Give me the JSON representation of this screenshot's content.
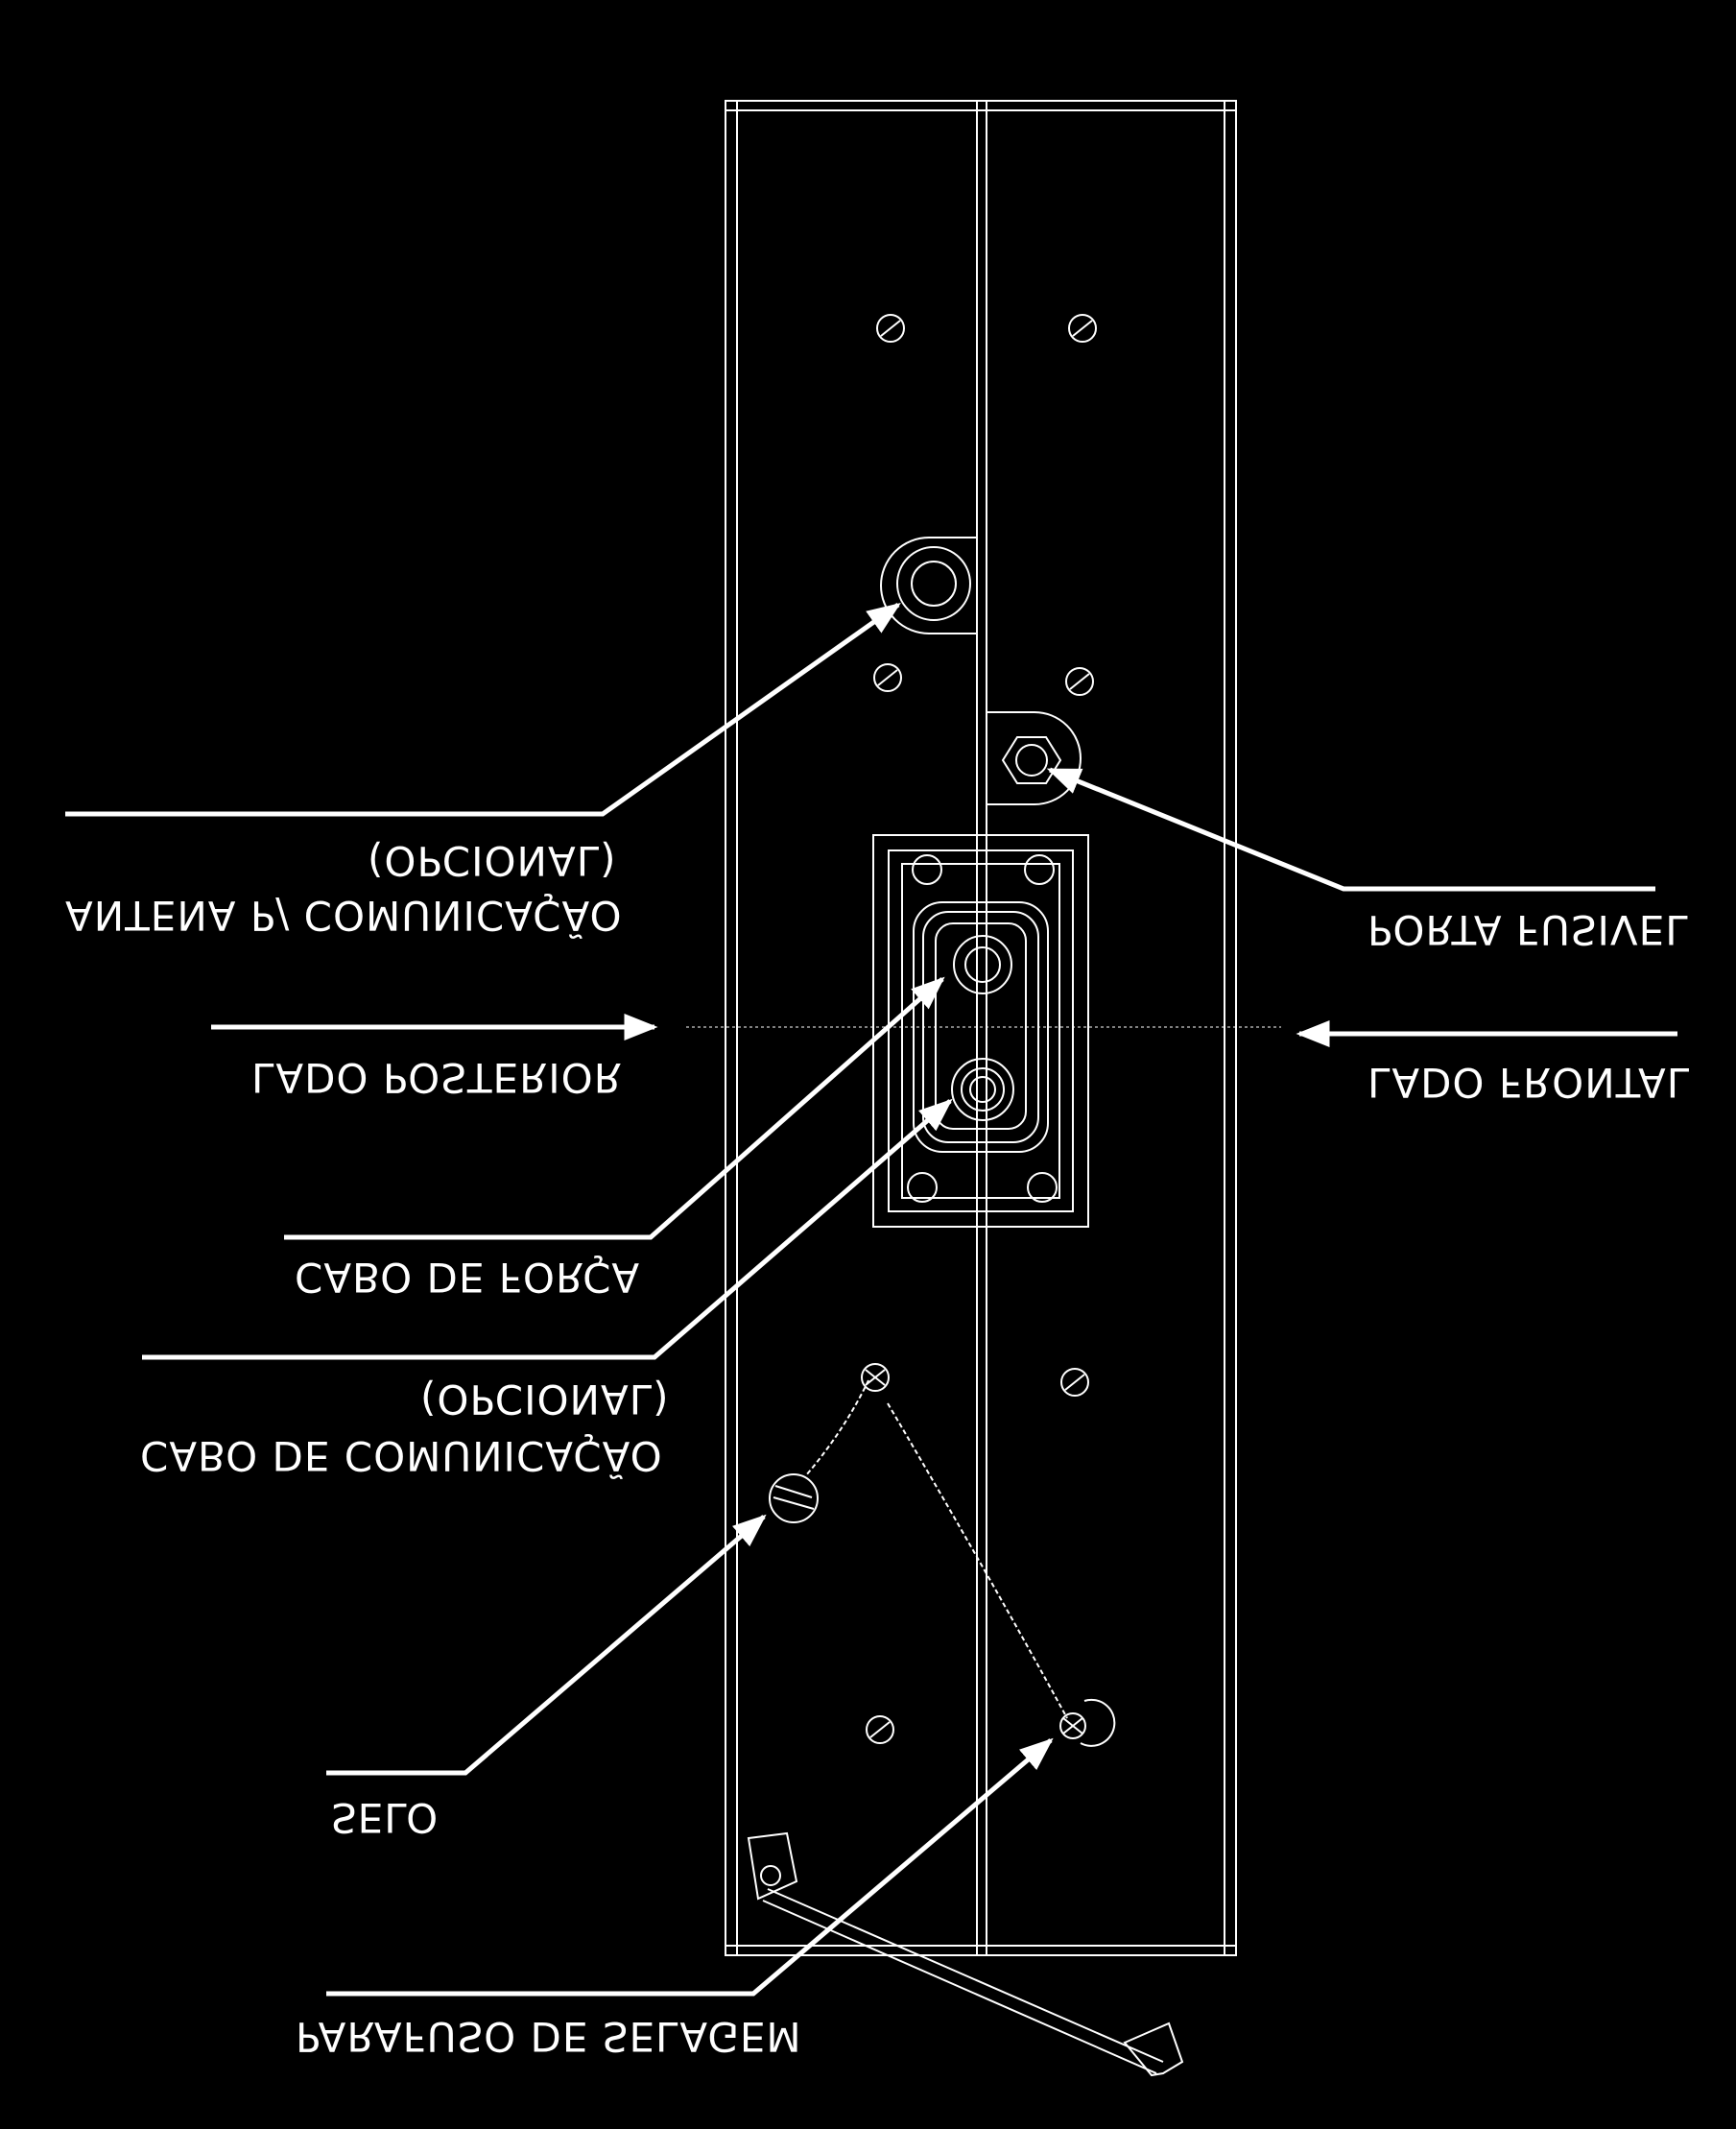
{
  "diagram": {
    "background": "#000000",
    "line_color": "#ffffff",
    "text_style": "upside-down (vertically mirrored) uppercase labels",
    "labels": {
      "antena_line1": "ANTENA P/ COMUNICAÇÃO",
      "antena_line2": "(OPCIONAL)",
      "porta_fusivel": "PORTA FUSIVEL",
      "lado_posterior": "LADO POSTERIOR",
      "lado_frontal": "LADO FRONTAL",
      "cabo_forca": "CABO DE FORÇA",
      "cabo_comunicacao_line1": "CABO DE COMUNICAÇÃO",
      "cabo_comunicacao_line2": "(OPCIONAL)",
      "selo": "SELO",
      "parafuso_selagem": "PARAFUSO DE SELAGEM"
    }
  }
}
